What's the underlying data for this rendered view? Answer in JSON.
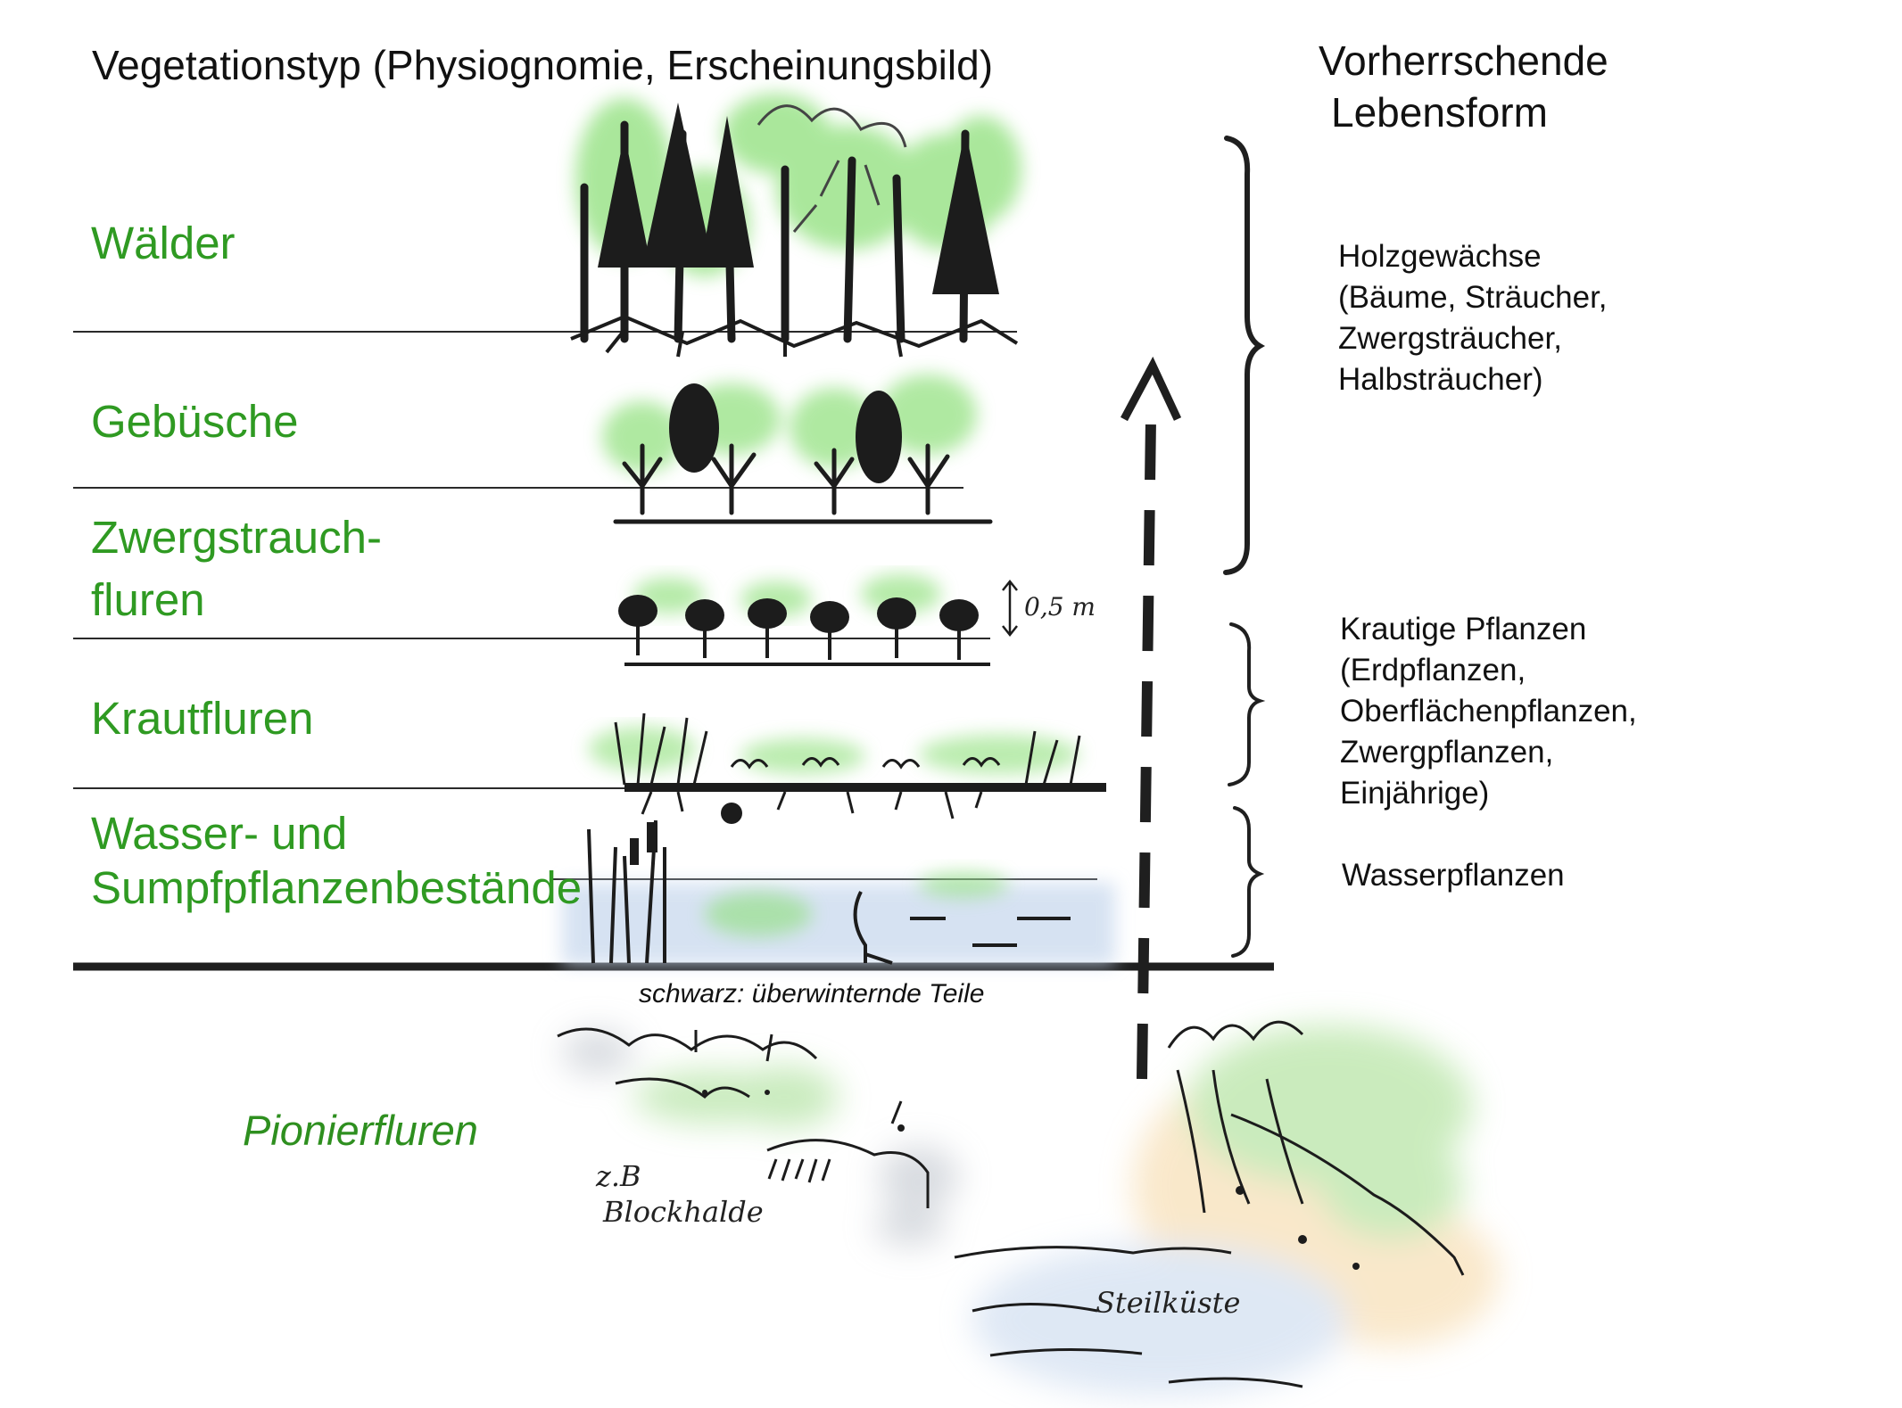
{
  "header": {
    "vegetation_type": "Vegetationstyp (Physiognomie, Erscheinungsbild)",
    "life_form_line1": "Vorherrschende",
    "life_form_line2": "Lebensform"
  },
  "vegetation_types": [
    "Wälder",
    "Gebüsche",
    "Zwergstrauch-",
    "fluren",
    "Krautfluren",
    "Wasser- und",
    "Sumpfpflanzenbestände",
    "Pionierfluren"
  ],
  "life_forms": {
    "woody": [
      "Holzgewächse",
      "(Bäume, Sträucher,",
      "Zwergsträucher,",
      "Halbsträucher)"
    ],
    "herbaceous": [
      "Krautige Pflanzen",
      "(Erdpflanzen,",
      "Oberflächenpflanzen,",
      "Zwergpflanzen,",
      "Einjährige)"
    ],
    "aquatic": "Wasserpflanzen"
  },
  "caption": "schwarz: überwinternde Teile",
  "annotations": {
    "height_mark": "0,5 m",
    "example_line1": "z.B",
    "example_line2": "Blockhalde",
    "cliff": "Steilküste"
  },
  "colors": {
    "vegetation_label": "#2f9a22",
    "foliage": "#7fd86a",
    "ink": "#1a1a1a",
    "water": "#c9d9ee",
    "sand": "#f6d9a8"
  }
}
